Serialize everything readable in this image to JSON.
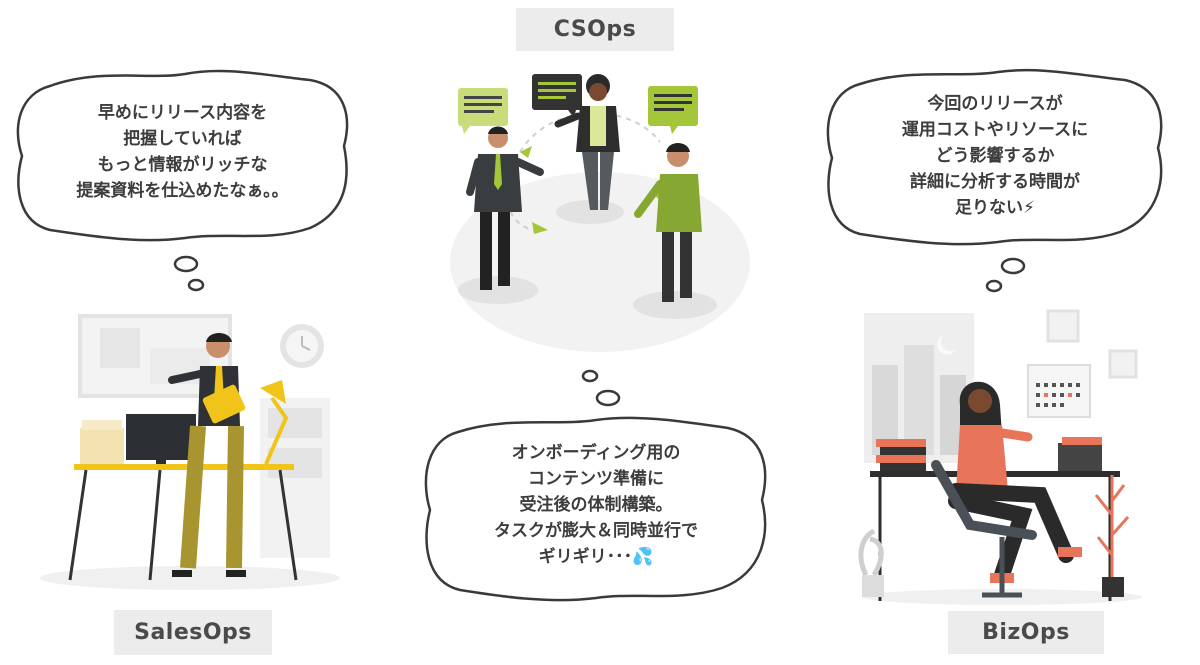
{
  "labels": {
    "csops": "CSOps",
    "salesops": "SalesOps",
    "bizops": "BizOps"
  },
  "bubbles": {
    "sales": {
      "lines": [
        "早めにリリース内容を",
        "把握していれば",
        "もっと情報がリッチな",
        "提案資料を仕込めたなぁ。。"
      ]
    },
    "biz": {
      "lines": [
        "今回のリリースが",
        "運用コストやリソースに",
        "どう影響するか",
        "詳細に分析する時間が",
        "足りない⚡"
      ]
    },
    "cs": {
      "lines": [
        "オンボーディング用の",
        "コンテンツ準備に",
        "受注後の体制構築。",
        "タスクが膨大＆同時並行で",
        "ギリギリ･･･💦"
      ]
    }
  },
  "icons": {
    "team": "team-discussion-illustration",
    "sales": "salesperson-desk-illustration",
    "biz": "analyst-desk-illustration",
    "lightning": "lightning-icon",
    "sweat": "sweat-drops-icon"
  },
  "colors": {
    "accent_green": "#a4c639",
    "accent_yellow": "#f0c419",
    "accent_orange": "#e8745a",
    "label_bg": "#ececec",
    "dark": "#333333"
  }
}
